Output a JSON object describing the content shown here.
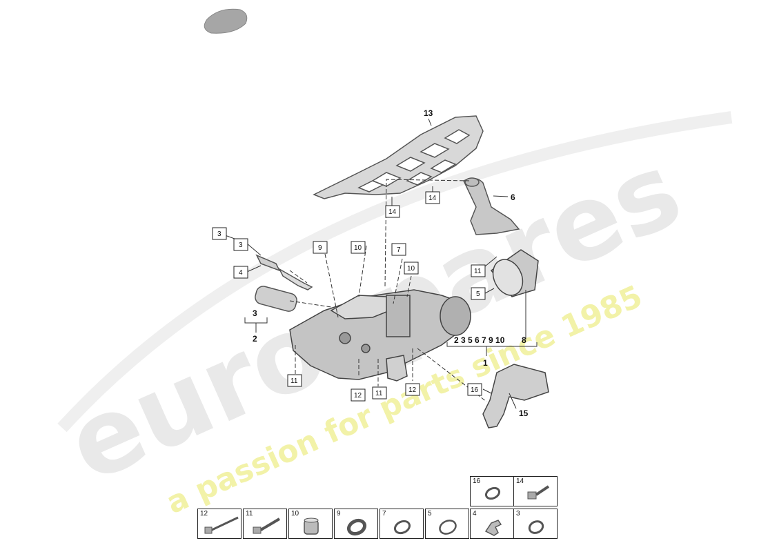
{
  "watermark": {
    "brand": "eurospares",
    "tagline": "a passion for parts since 1985"
  },
  "callouts": {
    "c13": "13",
    "c14a": "14",
    "c14b": "14",
    "c6": "6",
    "c3box": "3",
    "c3box2": "3",
    "c4": "4",
    "c3bracket": "3",
    "c2": "2",
    "c9": "9",
    "c10a": "10",
    "c7": "7",
    "c10b": "10",
    "c11a": "11",
    "c5": "5",
    "c11b": "11",
    "c12a": "12",
    "c11c": "11",
    "c12b": "12",
    "c16": "16",
    "c15": "15",
    "assembly_list": "2 3 5 6 7 9 10",
    "c8": "8",
    "c1": "1"
  },
  "legend": {
    "top_row": [
      {
        "num": "16",
        "icon": "o-ring-icon"
      },
      {
        "num": "14",
        "icon": "bolt-icon"
      }
    ],
    "bottom_row": [
      {
        "num": "12",
        "icon": "long-bolt-icon"
      },
      {
        "num": "11",
        "icon": "bolt-icon"
      },
      {
        "num": "10",
        "icon": "sleeve-icon"
      },
      {
        "num": "9",
        "icon": "seal-ring-icon"
      },
      {
        "num": "7",
        "icon": "o-ring-icon"
      },
      {
        "num": "5",
        "icon": "o-ring-icon"
      },
      {
        "num": "4",
        "icon": "clip-icon"
      },
      {
        "num": "3",
        "icon": "o-ring-icon"
      }
    ]
  }
}
